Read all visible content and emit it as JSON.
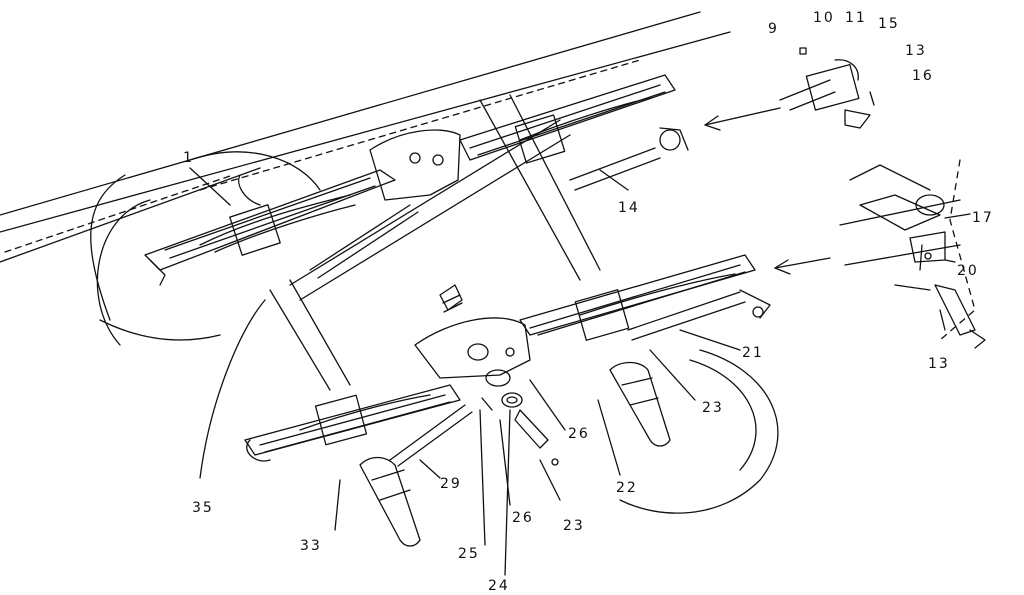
{
  "colors": {
    "ink": "#111111",
    "background": "#ffffff"
  },
  "labels": {
    "l1": "1",
    "l9": "9",
    "l10": "10",
    "l11": "11",
    "l15": "15",
    "l13a": "13",
    "l16": "16",
    "l14": "14",
    "l17": "17",
    "l20": "20",
    "l13b": "13",
    "l21": "21",
    "l23a": "23",
    "l26a": "26",
    "l22": "22",
    "l23b": "23",
    "l26b": "26",
    "l29": "29",
    "l25": "25",
    "l24": "24",
    "l33": "33",
    "l35": "35"
  }
}
